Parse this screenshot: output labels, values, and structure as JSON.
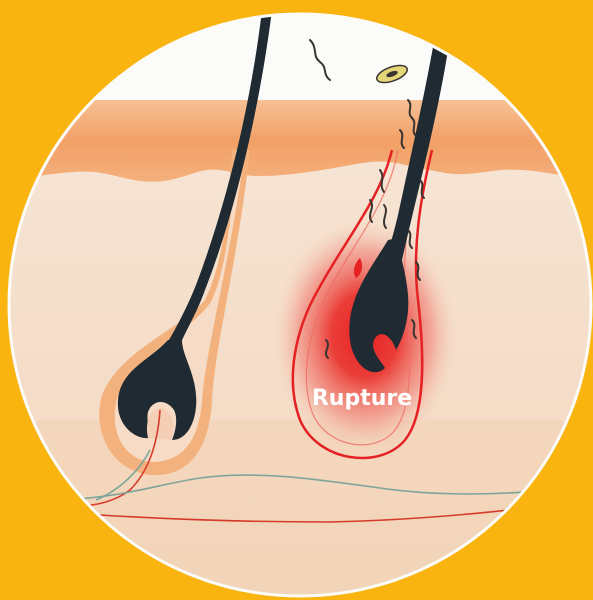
{
  "labels": {
    "rupture": "Rupture"
  },
  "colors": {
    "background": "#f9b40f",
    "skin": "#f5ddc6",
    "epidermis": "#f2a066",
    "hair": "#1f2a33",
    "inflammation": "#e52124",
    "nerve": "#d63a2a",
    "vessel": "#7fa59a",
    "label_text": "#ffffff"
  },
  "icons": [
    "healthy-hair-follicle",
    "ruptured-hair-follicle",
    "bacteria"
  ]
}
